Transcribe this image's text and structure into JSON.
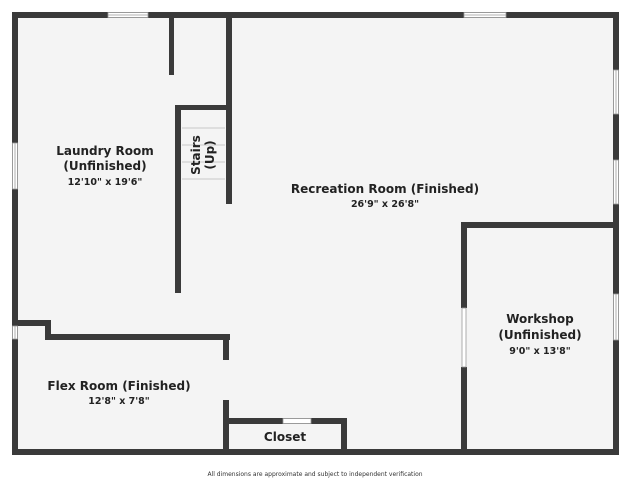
{
  "rooms": {
    "laundry": {
      "name_line1": "Laundry Room",
      "name_line2": "(Unfinished)",
      "dimensions": "12'10\" x 19'6\""
    },
    "stairs": {
      "line1": "Stairs",
      "line2": "(Up)"
    },
    "recreation": {
      "name": "Recreation Room (Finished)",
      "dimensions": "26'9\" x 26'8\""
    },
    "workshop": {
      "name_line1": "Workshop",
      "name_line2": "(Unfinished)",
      "dimensions": "9'0\" x 13'8\""
    },
    "flex": {
      "name": "Flex Room (Finished)",
      "dimensions": "12'8\" x 7'8\""
    },
    "closet": {
      "name": "Closet"
    }
  },
  "footer": {
    "disclaimer": "All dimensions are approximate and subject to independent verification"
  },
  "colors": {
    "wall": "#3a3a3a",
    "floor": "#f4f4f4",
    "window": "#ffffff"
  }
}
